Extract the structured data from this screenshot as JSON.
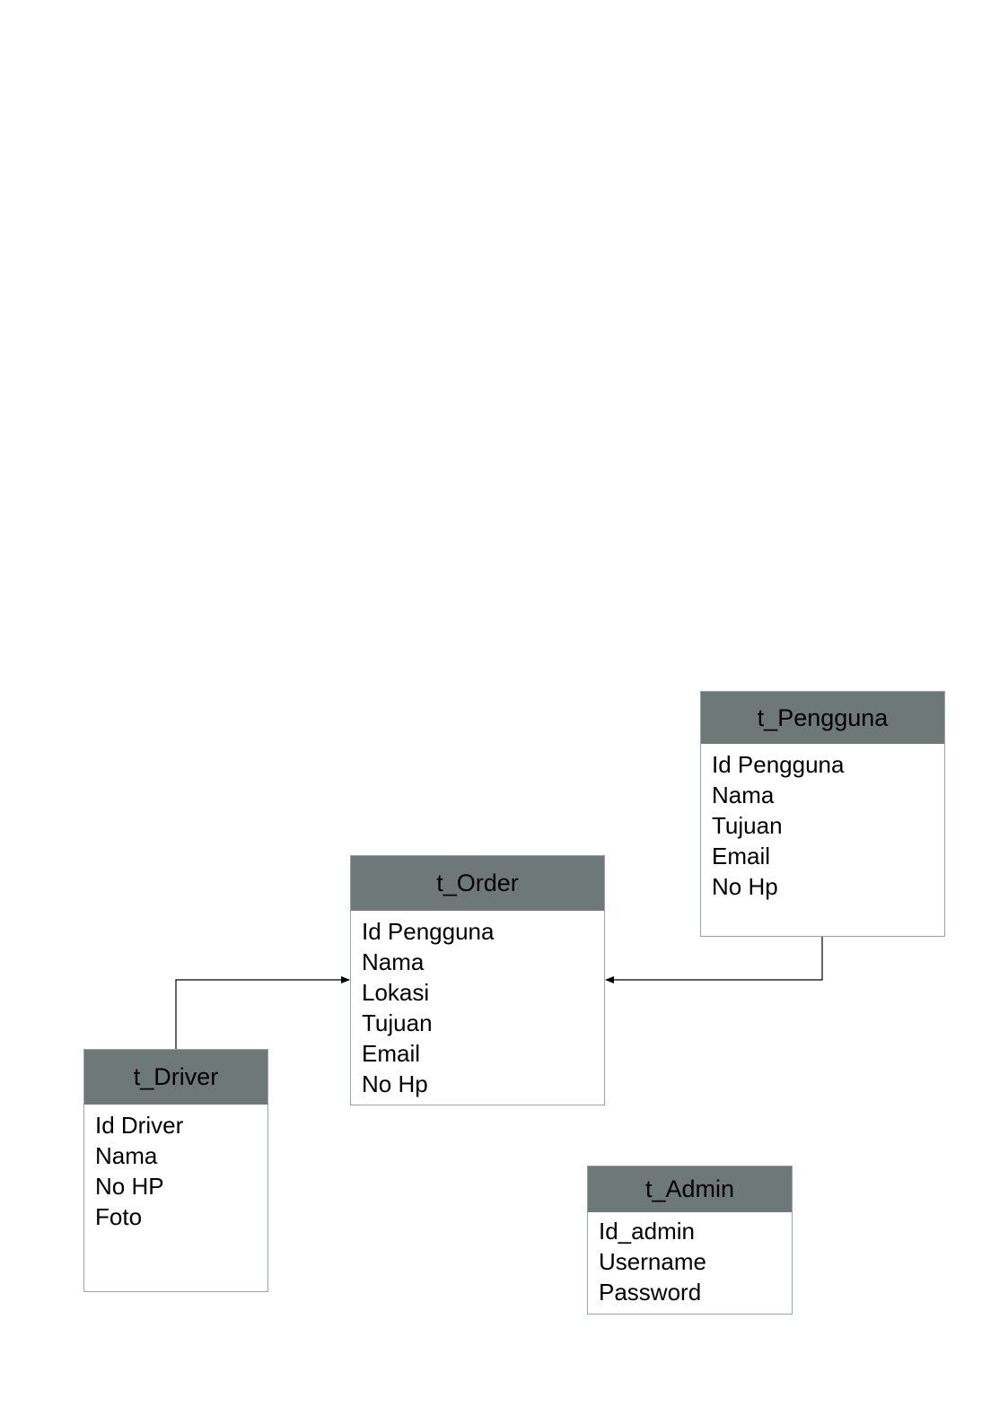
{
  "tables": {
    "driver": {
      "name": "t_Driver",
      "fields": [
        "Id Driver",
        "Nama",
        "No HP",
        "Foto"
      ]
    },
    "order": {
      "name": "t_Order",
      "fields": [
        "Id Pengguna",
        "Nama",
        "Lokasi",
        "Tujuan",
        "Email",
        "No Hp"
      ]
    },
    "pengguna": {
      "name": "t_Pengguna",
      "fields": [
        "Id Pengguna",
        "Nama",
        "Tujuan",
        "Email",
        "No Hp"
      ]
    },
    "admin": {
      "name": "t_Admin",
      "fields": [
        "Id_admin",
        "Username",
        "Password"
      ]
    }
  },
  "relations": [
    {
      "from": "t_Driver",
      "to": "t_Order"
    },
    {
      "from": "t_Pengguna",
      "to": "t_Order"
    }
  ],
  "colors": {
    "header_fill": "#6e7877",
    "border": "#9aa3a3",
    "line": "#000000"
  }
}
